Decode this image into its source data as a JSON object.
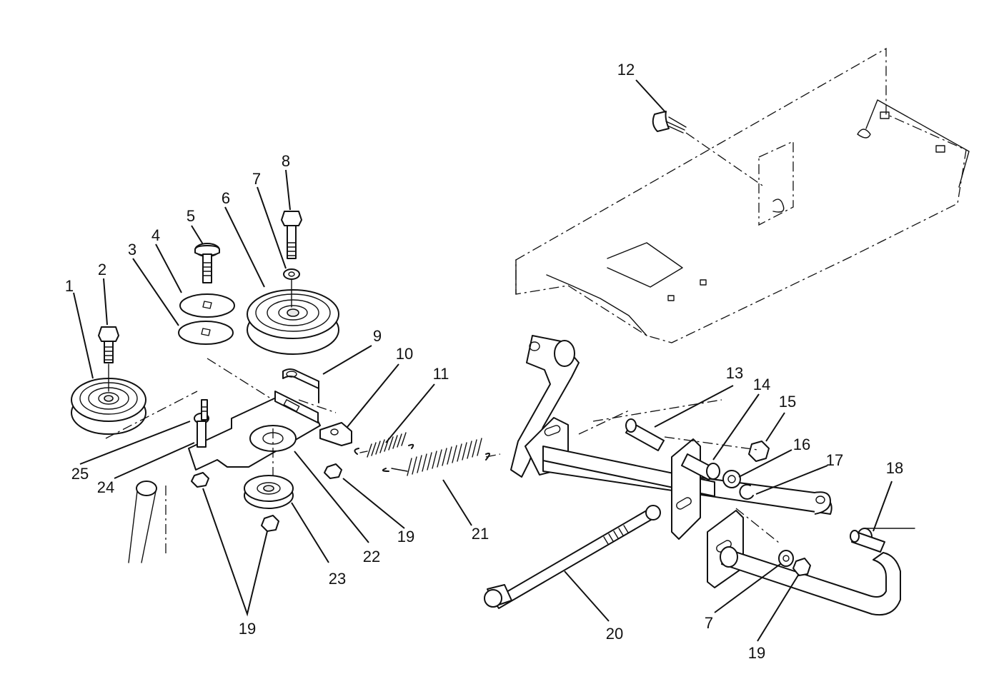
{
  "diagram": {
    "callouts": [
      {
        "id": "c1",
        "text": "1"
      },
      {
        "id": "c2",
        "text": "2"
      },
      {
        "id": "c3",
        "text": "3"
      },
      {
        "id": "c4",
        "text": "4"
      },
      {
        "id": "c5",
        "text": "5"
      },
      {
        "id": "c6",
        "text": "6"
      },
      {
        "id": "c7a",
        "text": "7"
      },
      {
        "id": "c8",
        "text": "8"
      },
      {
        "id": "c9",
        "text": "9"
      },
      {
        "id": "c10",
        "text": "10"
      },
      {
        "id": "c11",
        "text": "11"
      },
      {
        "id": "c12",
        "text": "12"
      },
      {
        "id": "c13",
        "text": "13"
      },
      {
        "id": "c14",
        "text": "14"
      },
      {
        "id": "c15",
        "text": "15"
      },
      {
        "id": "c16",
        "text": "16"
      },
      {
        "id": "c17",
        "text": "17"
      },
      {
        "id": "c18",
        "text": "18"
      },
      {
        "id": "c19a",
        "text": "19"
      },
      {
        "id": "c19b",
        "text": "19"
      },
      {
        "id": "c19c",
        "text": "19"
      },
      {
        "id": "c20",
        "text": "20"
      },
      {
        "id": "c21",
        "text": "21"
      },
      {
        "id": "c22",
        "text": "22"
      },
      {
        "id": "c23",
        "text": "23"
      },
      {
        "id": "c24",
        "text": "24"
      },
      {
        "id": "c25",
        "text": "25"
      },
      {
        "id": "c7b",
        "text": "7"
      }
    ]
  }
}
